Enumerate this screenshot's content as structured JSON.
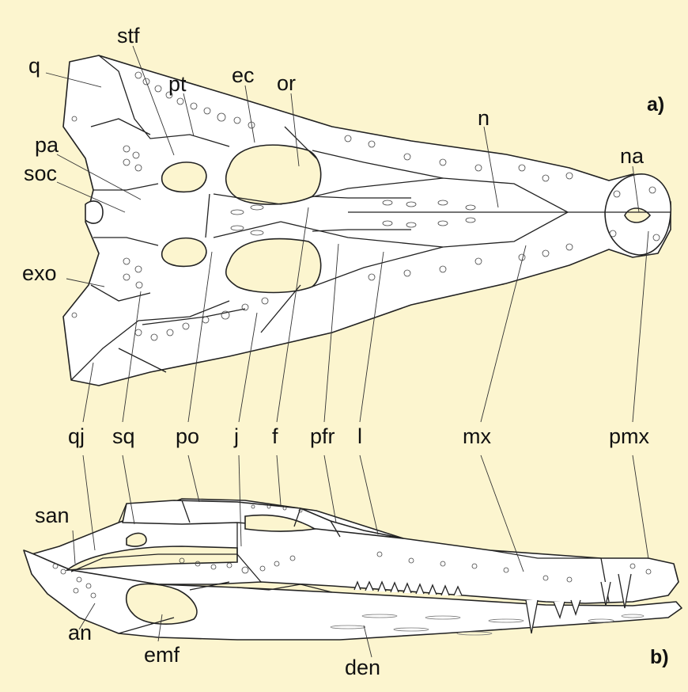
{
  "figure": {
    "panels": [
      {
        "key": "a",
        "label": "a)"
      },
      {
        "key": "b",
        "label": "b)"
      }
    ],
    "labels_a": {
      "q": "q",
      "stf": "stf",
      "pt": "pt",
      "ec": "ec",
      "or": "or",
      "pa": "pa",
      "soc": "soc",
      "exo": "exo",
      "n": "n",
      "na": "na",
      "qj": "qj",
      "sq": "sq",
      "po": "po",
      "j": "j",
      "f": "f",
      "pfr": "pfr",
      "l": "l",
      "mx": "mx",
      "pmx": "pmx"
    },
    "labels_b": {
      "san": "san",
      "an": "an",
      "emf": "emf",
      "den": "den"
    }
  },
  "colors": {
    "background": "#fcf5cf",
    "bone": "#ffffff",
    "outline": "#222222"
  }
}
